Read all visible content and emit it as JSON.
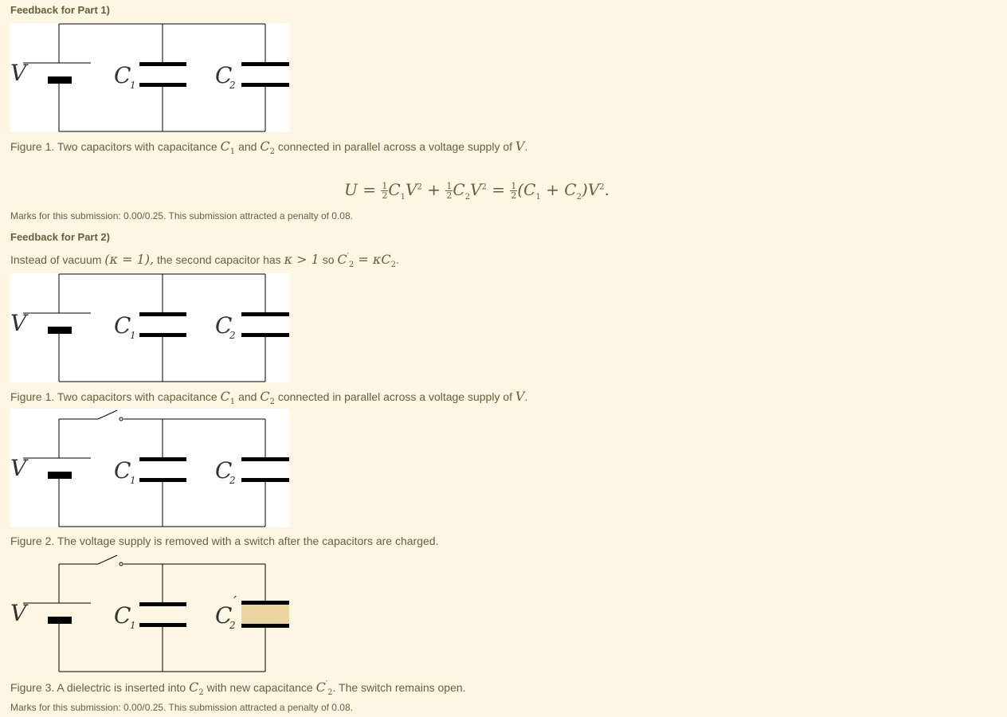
{
  "part1": {
    "heading": "Feedback for Part 1)",
    "figure1_caption": {
      "prefix": "Figure 1. Two capacitors with capacitance",
      "c1": "C",
      "c1_sub": "1",
      "and": "and",
      "c2": "C",
      "c2_sub": "2",
      "suffix": "connected in parallel across a voltage supply of",
      "v": "V",
      "end": "."
    },
    "equation": {
      "lhs": "U =",
      "half": "1",
      "two": "2",
      "t1": "C",
      "t1_sub": "1",
      "v": "V",
      "sq": "2",
      "plus": "+",
      "t2": "C",
      "t2_sub": "2",
      "eq": "=",
      "open": "(C",
      "p1_sub": "1",
      "p_plus": "+ C",
      "p2_sub": "2",
      "close": ")V",
      "end": "."
    },
    "marks": "Marks for this submission: 0.00/0.25. This submission attracted a penalty of 0.08."
  },
  "part2": {
    "heading": "Feedback for Part 2)",
    "intro": {
      "prefix": "Instead of vacuum",
      "kappa_paren": "(κ = 1),",
      "middle": "the second capacitor has",
      "kappa_gt": "κ > 1",
      "so": "so",
      "c2p": "C",
      "c2p_sub": "2",
      "rel": "= κC",
      "rel_sub": "2",
      "end": "."
    },
    "figure1_caption": {
      "prefix": "Figure 1. Two capacitors with capacitance",
      "c1": "C",
      "c1_sub": "1",
      "and": "and",
      "c2": "C",
      "c2_sub": "2",
      "suffix": "connected in parallel across a voltage supply of",
      "v": "V",
      "end": "."
    },
    "figure2_caption": "Figure 2. The voltage supply is removed with a switch after the capacitors are charged.",
    "figure3_caption": {
      "prefix": "Figure 3. A dielectric is inserted into",
      "c2": "C",
      "c2_sub": "2",
      "middle": "with new capacitance",
      "c2p": "C",
      "c2p_sub": "2",
      "suffix": ". The switch remains open."
    },
    "marks": "Marks for this submission: 0.00/0.25. This submission attracted a penalty of 0.08."
  },
  "circuit_labels": {
    "v": "V",
    "c": "C",
    "sub1": "1",
    "sub2": "2",
    "prime": "′"
  },
  "colors": {
    "background": "#fcf6e3",
    "text": "#6b5c40",
    "dielectric": "#ecd5a1"
  }
}
